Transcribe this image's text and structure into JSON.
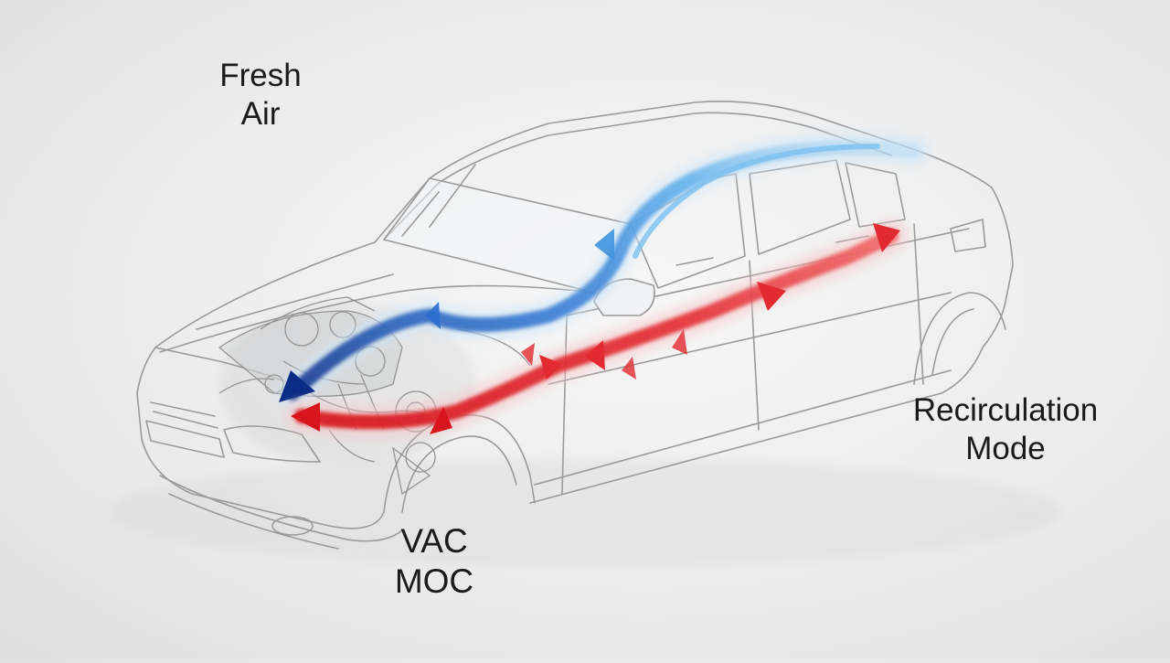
{
  "labels": {
    "fresh_air": [
      "Fresh",
      "Air"
    ],
    "recirculation": [
      "Recirculation",
      "Mode"
    ],
    "vac_moc": [
      "VAC",
      "MOC"
    ]
  },
  "colors": {
    "fresh_air_flow": "#3a8fd8",
    "fresh_air_flow_dark": "#0d2f8a",
    "recirculation_flow": "#e0262a",
    "car_outline": "#9a9a9a"
  },
  "icons": {
    "car": "car-xray-icon",
    "fresh_arrow": "fresh-air-arrow-icon",
    "recirc_arrow": "recirculation-arrow-icon"
  }
}
